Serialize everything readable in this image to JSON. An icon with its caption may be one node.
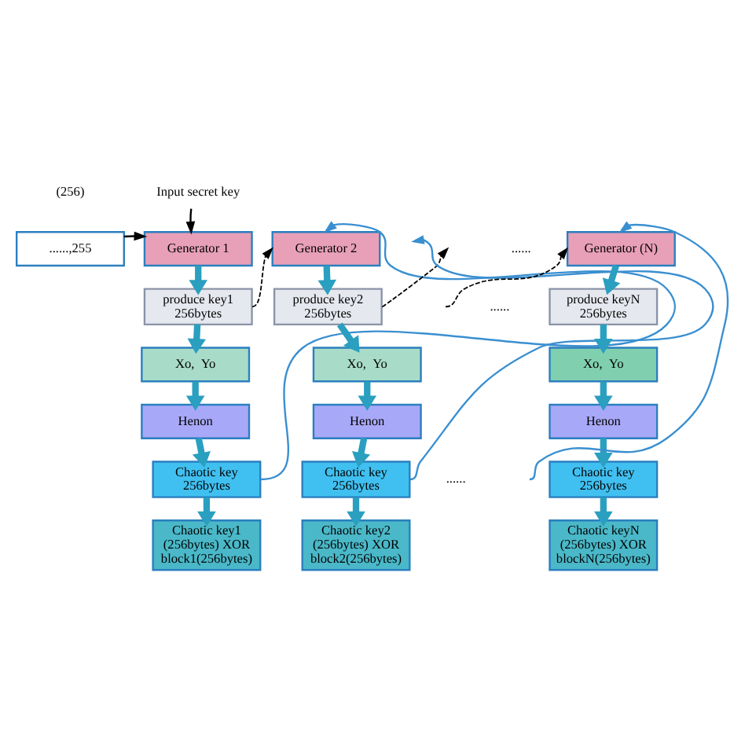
{
  "diagram": {
    "nodes": [
      {
        "text": [
          "Input secret key"
        ]
      },
      {
        "text": [
          "......,255"
        ]
      },
      {
        "text": [
          "Generator 1"
        ]
      },
      {
        "text": [
          "produce key1 256bytes"
        ]
      },
      {
        "text": [
          "Xo,  Yo"
        ]
      },
      {
        "text": [
          "Henon"
        ]
      },
      {
        "text": [
          "Chaotic key 256bytes"
        ]
      },
      {
        "text": [
          "Chaotic key1 (256bytes) XOR block1(256bytes)"
        ]
      },
      {
        "text": [
          "Generator 2"
        ]
      },
      {
        "text": [
          "produce key2 256bytes"
        ]
      },
      {
        "text": [
          "Xo,  Yo"
        ]
      },
      {
        "text": [
          "Henon"
        ]
      },
      {
        "text": [
          "Chaotic key 256bytes"
        ]
      },
      {
        "text": [
          "Chaotic key2 (256bytes) XOR block2(256bytes)"
        ]
      },
      {
        "text": [
          "Generator (N)"
        ]
      },
      {
        "text": [
          "produce keyN 256bytes"
        ]
      },
      {
        "text": [
          "Xo,  Yo"
        ]
      },
      {
        "text": [
          "Henon"
        ]
      },
      {
        "text": [
          "Chaotic key 256bytes"
        ]
      },
      {
        "text": [
          "Chaotic keyN (256bytes) XOR blockN(256bytes)"
        ]
      }
    ],
    "edges": [
      {
        "from": 0,
        "to": 2,
        "arrow": "to",
        "color": "#000000"
      },
      {
        "from": 1,
        "to": 2,
        "arrow": "to",
        "color": "#000000"
      },
      {
        "from": 2,
        "to": 3,
        "arrow": "to"
      },
      {
        "from": 3,
        "to": 4,
        "arrow": "to"
      },
      {
        "from": 4,
        "to": 5,
        "arrow": "to"
      },
      {
        "from": 5,
        "to": 6,
        "arrow": "to"
      },
      {
        "from": 6,
        "to": 7,
        "arrow": "to"
      },
      {
        "from": 3,
        "to": 8,
        "arrow": "to",
        "style": "dashed",
        "color": "#000000"
      },
      {
        "from": 6,
        "to": 8,
        "arrow": "to",
        "color": "#3a8fd0"
      },
      {
        "from": 8,
        "to": 9,
        "arrow": "to"
      },
      {
        "from": 9,
        "to": 10,
        "arrow": "to"
      },
      {
        "from": 10,
        "to": 11,
        "arrow": "to"
      },
      {
        "from": 11,
        "to": 12,
        "arrow": "to"
      },
      {
        "from": 12,
        "to": 13,
        "arrow": "to"
      },
      {
        "from": 9,
        "to": null,
        "arrow": "to",
        "style": "dashed",
        "color": "#000000"
      },
      {
        "from": 12,
        "to": null,
        "arrow": "to",
        "color": "#3a8fd0"
      },
      {
        "from": null,
        "to": 14,
        "arrow": "to",
        "color": "#3a8fd0"
      },
      {
        "from": null,
        "to": 14,
        "arrow": "to",
        "style": "dashed",
        "color": "#000000"
      },
      {
        "from": 14,
        "to": 15,
        "arrow": "to"
      },
      {
        "from": 15,
        "to": 16,
        "arrow": "to"
      },
      {
        "from": 16,
        "to": 17,
        "arrow": "to"
      },
      {
        "from": 17,
        "to": 18,
        "arrow": "to"
      },
      {
        "from": 18,
        "to": 19,
        "arrow": "to"
      }
    ],
    "labels": [
      "(256)",
      "......",
      "......",
      "......"
    ]
  }
}
